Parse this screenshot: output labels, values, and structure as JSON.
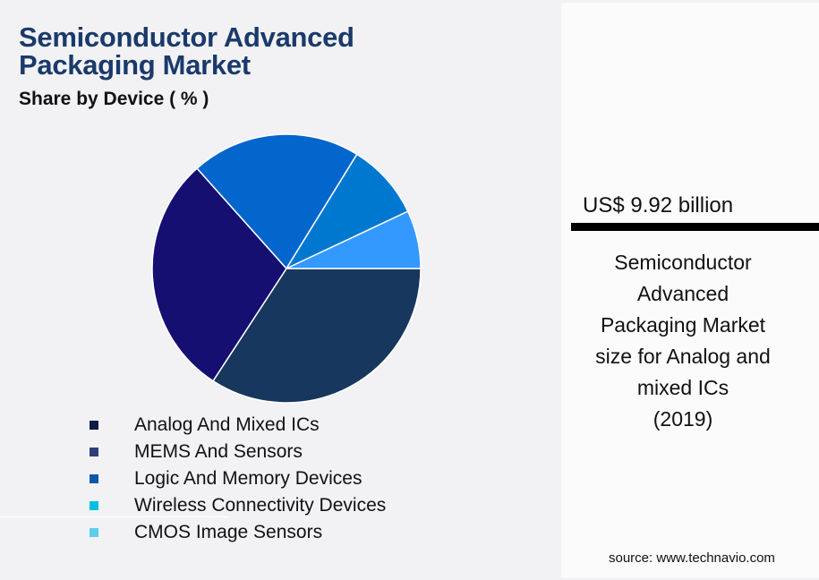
{
  "header": {
    "title_line1": "Semiconductor Advanced",
    "title_line2": "Packaging Market",
    "subtitle": "Share by Device ( % )"
  },
  "legend": {
    "items": [
      {
        "label": "Analog And Mixed ICs",
        "color": "#0d1b45"
      },
      {
        "label": "MEMS And Sensors",
        "color": "#2d3f78"
      },
      {
        "label": "Logic And Memory Devices",
        "color": "#0b58a8"
      },
      {
        "label": "Wireless Connectivity Devices",
        "color": "#00c0e0"
      },
      {
        "label": "CMOS Image Sensors",
        "color": "#5ccfee"
      }
    ]
  },
  "panel": {
    "value": "US$ 9.92 billion",
    "description": "Semiconductor\nAdvanced\nPackaging Market\nsize for Analog and\nmixed ICs\n(2019)",
    "source": "source: www.technavio.com"
  },
  "chart_data": {
    "type": "pie",
    "title": "Semiconductor Advanced Packaging Market",
    "subtitle": "Share by Device ( % )",
    "categories": [
      "Analog And Mixed ICs",
      "MEMS And Sensors",
      "Logic And Memory Devices",
      "Wireless Connectivity Devices",
      "CMOS Image Sensors"
    ],
    "values": [
      34.2,
      29.2,
      20.4,
      9.2,
      7.0
    ],
    "slice_colors": [
      "#17375e",
      "#160f72",
      "#0366cc",
      "#0078d0",
      "#3399ff"
    ],
    "start_angle_deg": 0,
    "direction": "clockwise",
    "legend_position": "bottom",
    "annotation": "US$ 9.92 billion market size for Analog and mixed ICs (2019)"
  }
}
